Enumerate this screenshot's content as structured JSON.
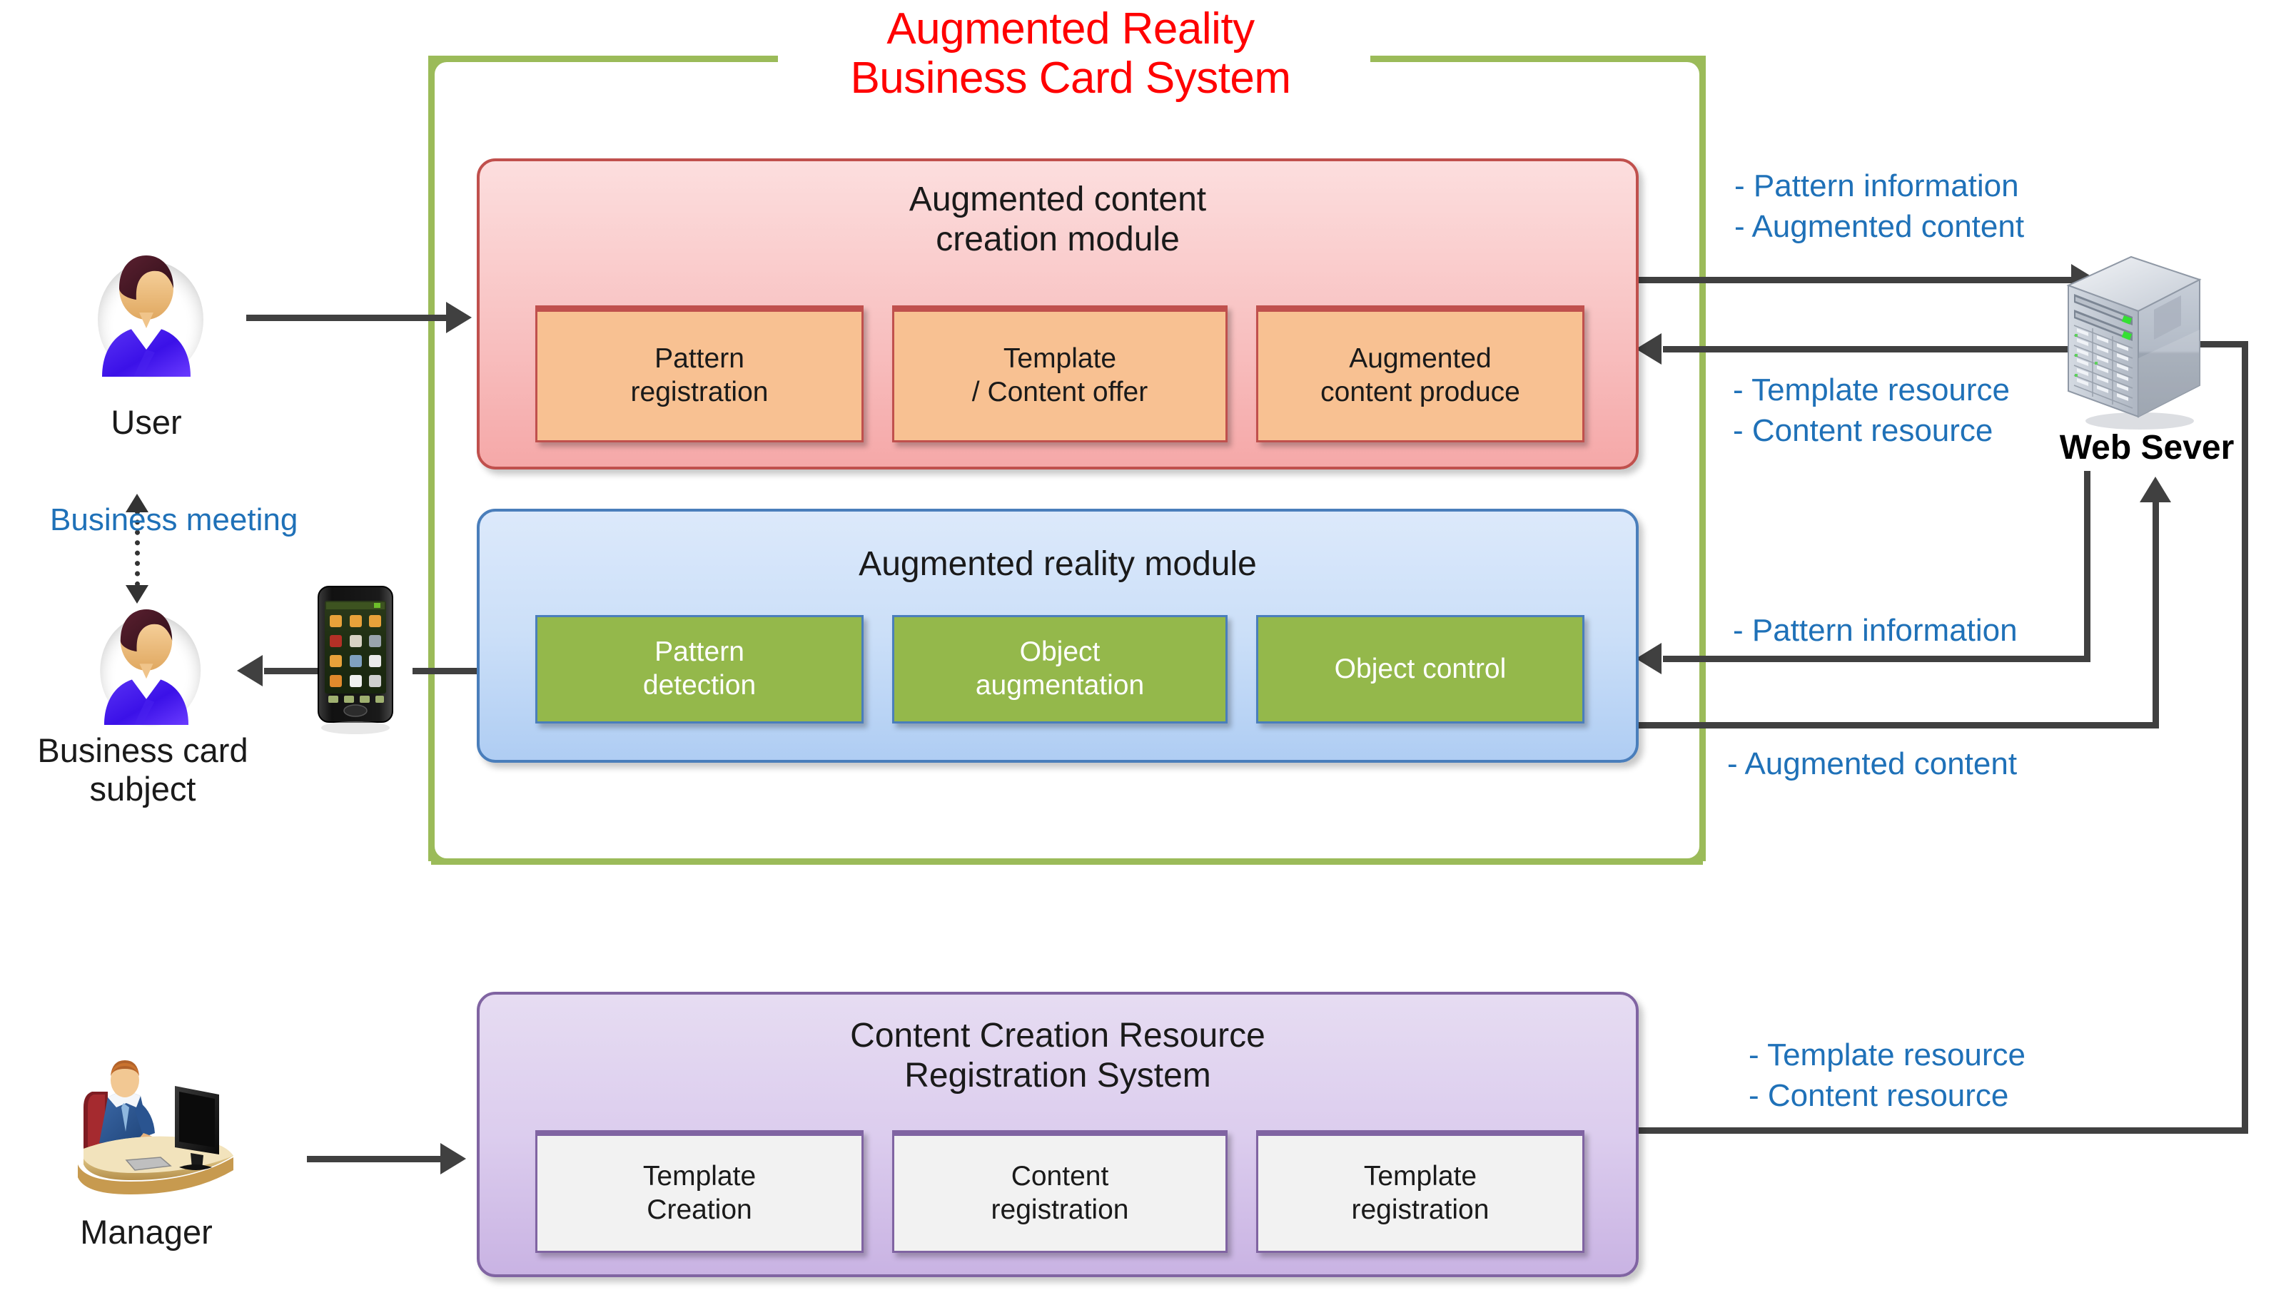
{
  "title": "Augmented Reality\nBusiness Card System",
  "title_color": "#FF0000",
  "boundary_color": "#9BBB59",
  "note_color": "#1F71B8",
  "modules": {
    "augmented_content_creation": {
      "title": "Augmented content\ncreation module",
      "fill": "#F9C7C7",
      "border": "#C0504D",
      "sub_fill": "#F8C192",
      "subboxes": [
        "Pattern\nregistration",
        "Template\n/ Content offer",
        "Augmented\ncontent produce"
      ]
    },
    "augmented_reality": {
      "title": "Augmented reality module",
      "fill": "#CBDFF8",
      "border": "#4A7EBB",
      "sub_fill": "#94B84B",
      "subboxes": [
        "Pattern\ndetection",
        "Object\naugmentation",
        "Object control"
      ]
    },
    "content_creation_resource": {
      "title": "Content Creation Resource\nRegistration System",
      "fill": "#DCCDEE",
      "border": "#8064A2",
      "sub_fill": "#F2F2F2",
      "subboxes": [
        "Template\nCreation",
        "Content\nregistration",
        "Template\nregistration"
      ]
    }
  },
  "actors": {
    "user": {
      "label": "User",
      "icon": "person-avatar-icon"
    },
    "business_card_subject": {
      "label": "Business card\nsubject",
      "icon": "person-avatar-icon"
    },
    "manager": {
      "label": "Manager",
      "icon": "manager-at-desk-icon"
    },
    "smartphone": {
      "icon": "smartphone-icon"
    },
    "web_server": {
      "label": "Web Sever",
      "icon": "server-tower-icon"
    }
  },
  "annotations": {
    "business_meeting": "Business meeting",
    "to_server_top": "- Pattern information\n- Augmented content",
    "from_server_top": "- Template  resource\n- Content resource",
    "pattern_information": "- Pattern information",
    "augmented_content": "- Augmented content",
    "resources_bottom": "- Template  resource\n- Content resource"
  }
}
